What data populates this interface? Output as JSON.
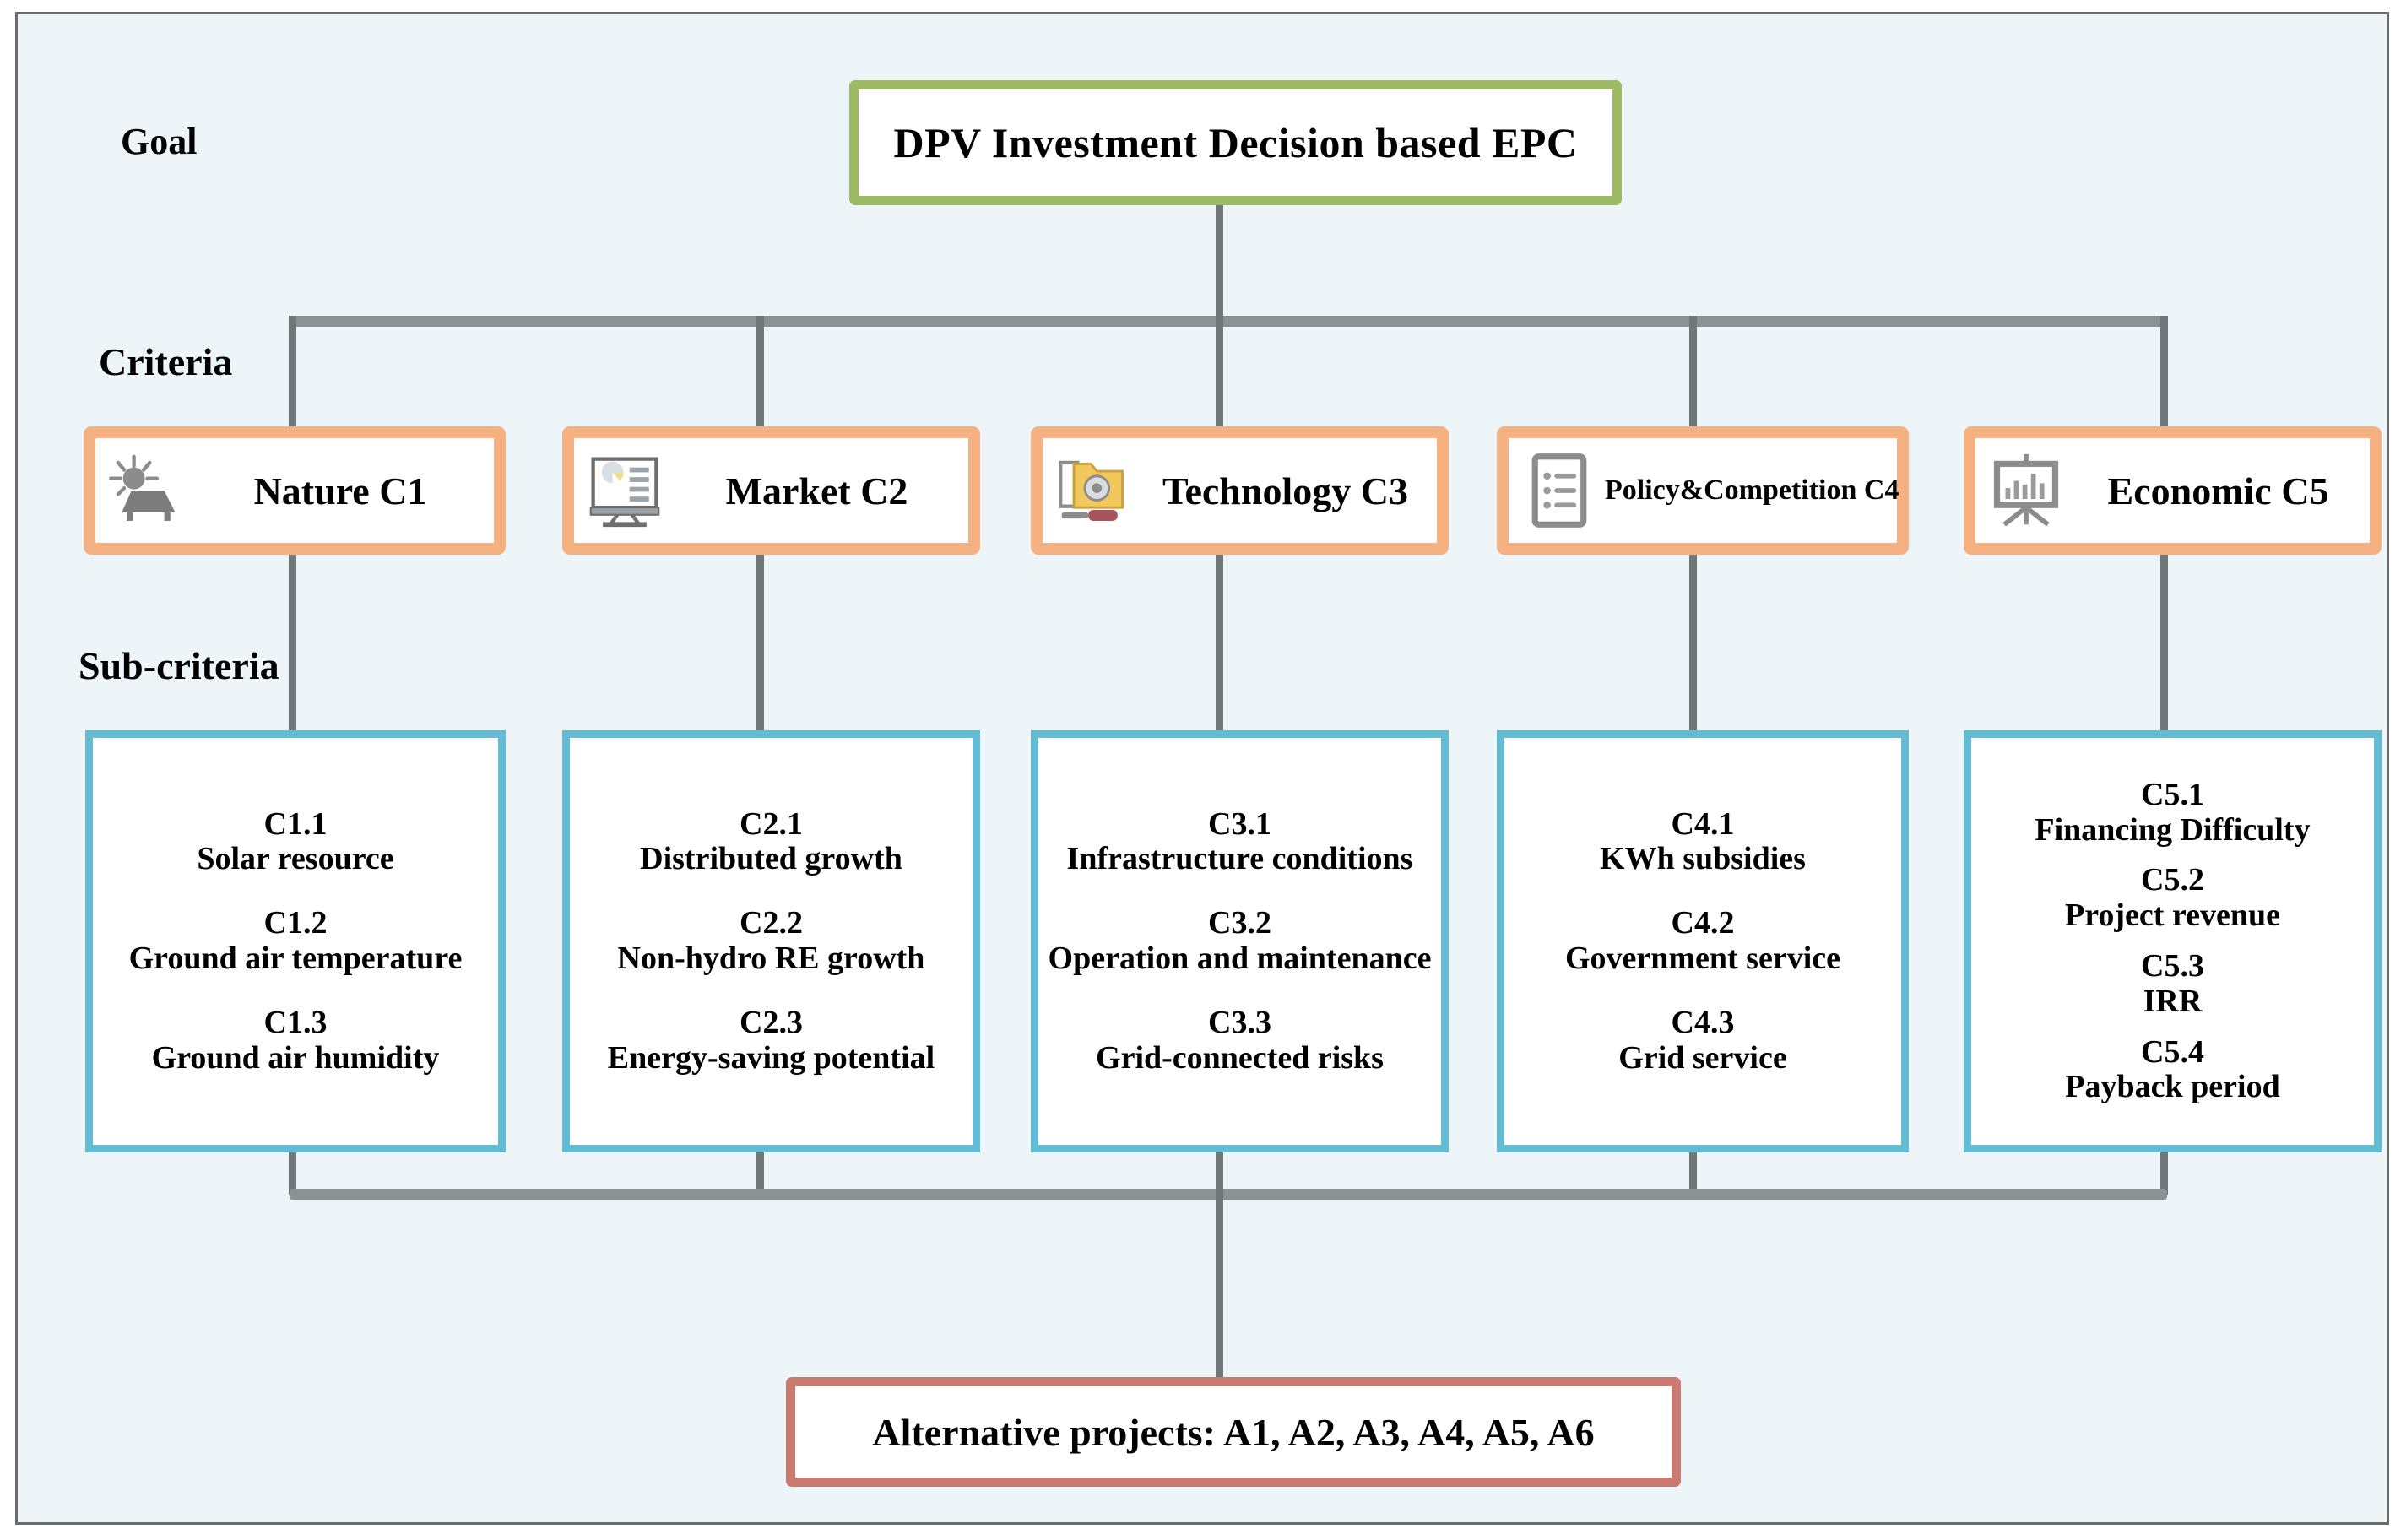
{
  "diagram": {
    "row_labels": {
      "goal": "Goal",
      "criteria": "Criteria",
      "subcriteria": "Sub-criteria"
    },
    "goal": {
      "title": "DPV Investment Decision based EPC",
      "border_color": "#9cbb62"
    },
    "criteria_border_color": "#f6b183",
    "subcriteria_border_color": "#64bcd4",
    "connector_color": "#8a9294",
    "background_color": "#edf5f9",
    "criteria": [
      {
        "id": "C1",
        "label": "Nature  C1",
        "icon": "sun-solar-panel-icon"
      },
      {
        "id": "C2",
        "label": "Market  C2",
        "icon": "monitor-pie-chart-icon"
      },
      {
        "id": "C3",
        "label": "Technology  C3",
        "icon": "folder-gear-screwdriver-icon"
      },
      {
        "id": "C4",
        "label": "Policy&Competition C4",
        "icon": "checklist-document-icon"
      },
      {
        "id": "C5",
        "label": "Economic  C5",
        "icon": "easel-bar-chart-icon"
      }
    ],
    "subcriteria": [
      {
        "parent": "C1",
        "items": [
          {
            "code": "C1.1",
            "name": "Solar resource"
          },
          {
            "code": "C1.2",
            "name": "Ground air temperature"
          },
          {
            "code": "C1.3",
            "name": "Ground air humidity"
          }
        ]
      },
      {
        "parent": "C2",
        "items": [
          {
            "code": "C2.1",
            "name": "Distributed growth"
          },
          {
            "code": "C2.2",
            "name": "Non-hydro RE growth"
          },
          {
            "code": "C2.3",
            "name": "Energy-saving potential"
          }
        ]
      },
      {
        "parent": "C3",
        "items": [
          {
            "code": "C3.1",
            "name": "Infrastructure  conditions"
          },
          {
            "code": "C3.2",
            "name": "Operation and maintenance"
          },
          {
            "code": "C3.3",
            "name": "Grid-connected risks"
          }
        ]
      },
      {
        "parent": "C4",
        "items": [
          {
            "code": "C4.1",
            "name": "KWh subsidies"
          },
          {
            "code": "C4.2",
            "name": "Government service"
          },
          {
            "code": "C4.3",
            "name": "Grid service"
          }
        ]
      },
      {
        "parent": "C5",
        "items": [
          {
            "code": "C5.1",
            "name": "Financing Difficulty"
          },
          {
            "code": "C5.2",
            "name": "Project revenue"
          },
          {
            "code": "C5.3",
            "name": "IRR"
          },
          {
            "code": "C5.4",
            "name": "Payback period"
          }
        ]
      }
    ],
    "alternatives": {
      "label": "Alternative projects: A1, A2, A3, A4, A5, A6",
      "border_color": "#c97b72"
    }
  }
}
